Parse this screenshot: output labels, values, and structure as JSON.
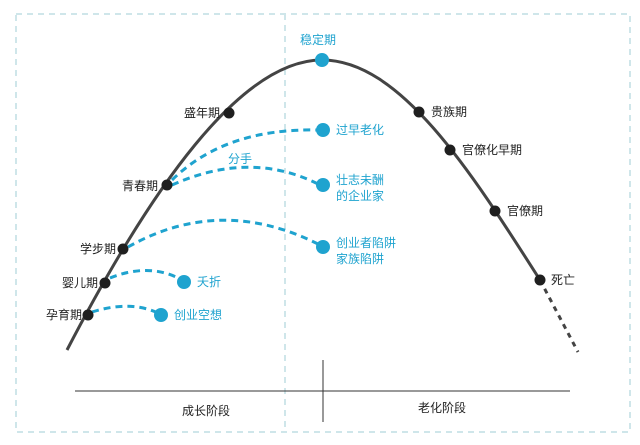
{
  "title": "企业生命周期",
  "stages": [
    {
      "label": "孕育期"
    },
    {
      "label": "婴儿期"
    },
    {
      "label": "学步期"
    },
    {
      "label": "青春期"
    },
    {
      "label": "盛年期"
    },
    {
      "label": "稳定期"
    },
    {
      "label": "贵族期"
    },
    {
      "label": "官僚化早期"
    },
    {
      "label": "官僚期"
    },
    {
      "label": "死亡"
    }
  ],
  "traps": [
    {
      "label": "创业空想"
    },
    {
      "label": "夭折"
    },
    {
      "label": "创业者陷阱",
      "label2": "家族陷阱"
    },
    {
      "label": "壮志未酬",
      "label2": "的企业家"
    },
    {
      "label": "过早老化"
    }
  ],
  "split_label": "分手",
  "phases": {
    "growth": "成长阶段",
    "aging": "老化阶段"
  },
  "colors": {
    "curve": "#444444",
    "accent": "#1fa3cf",
    "frame": "#cfe6ea"
  }
}
